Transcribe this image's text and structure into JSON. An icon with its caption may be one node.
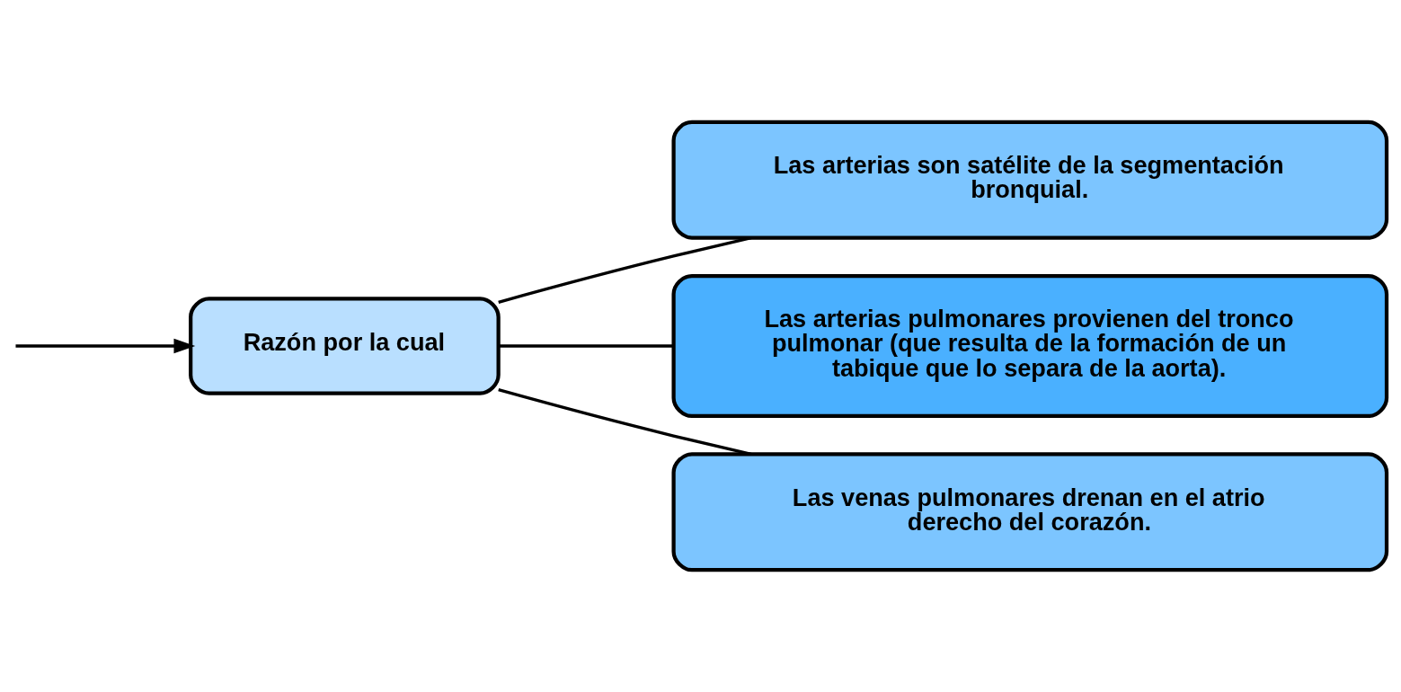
{
  "diagram": {
    "nodes": [
      {
        "text": [
          "Razón por la cual"
        ]
      },
      {
        "text": [
          "Las arterias son satélite de la segmentación bronquial."
        ]
      },
      {
        "text": [
          "Las arterias pulmonares provienen del tronco pulmonar (que resulta de la formación de un tabique que lo separa de la aorta)."
        ]
      },
      {
        "text": [
          "Las venas pulmonares drenan en el atrio derecho del corazón."
        ]
      }
    ],
    "edges": [
      {
        "from": null,
        "to": 0,
        "arrow": "to"
      },
      {
        "from": 0,
        "to": 1,
        "arrow": "none"
      },
      {
        "from": 0,
        "to": 2,
        "arrow": "none"
      },
      {
        "from": 0,
        "to": 3,
        "arrow": "none"
      }
    ]
  }
}
